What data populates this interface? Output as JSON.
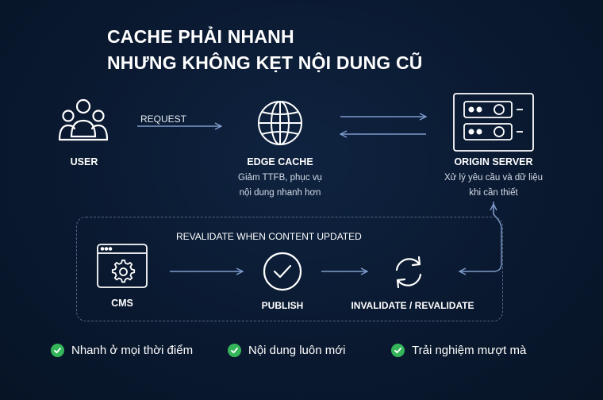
{
  "title": {
    "line1": "CACHE PHẢI NHANH",
    "line2": "NHƯNG KHÔNG KẸT NỘI DUNG CŨ"
  },
  "nodes": {
    "user": {
      "label": "USER",
      "icon": "users-icon"
    },
    "request_label": "REQUEST",
    "edge_cache": {
      "label": "EDGE CACHE",
      "desc_line1": "Giảm TTFB, phục vụ",
      "desc_line2": "nội dung nhanh hơn",
      "icon": "globe-icon"
    },
    "origin_server": {
      "label": "ORIGIN SERVER",
      "desc_line1": "Xử lý yêu cầu và dữ liệu",
      "desc_line2": "khi cần thiết",
      "icon": "server-icon"
    }
  },
  "revalidate_box": {
    "heading": "REVALIDATE WHEN CONTENT UPDATED",
    "steps": {
      "cms": {
        "label": "CMS",
        "icon": "cms-gear-icon"
      },
      "publish": {
        "label": "PUBLISH",
        "icon": "check-circle-icon"
      },
      "invalidate": {
        "label": "INVALIDATE / REVALIDATE",
        "icon": "refresh-icon"
      }
    }
  },
  "benefits": [
    {
      "text": "Nhanh ở mọi thời điểm"
    },
    {
      "text": "Nội dung luôn mới"
    },
    {
      "text": "Trải nghiệm mượt mà"
    }
  ],
  "colors": {
    "background": "#0a1930",
    "arrow": "#7e9ccc",
    "dashed_border": "#52647d",
    "check_green": "#35b55a",
    "text": "#ffffff"
  }
}
